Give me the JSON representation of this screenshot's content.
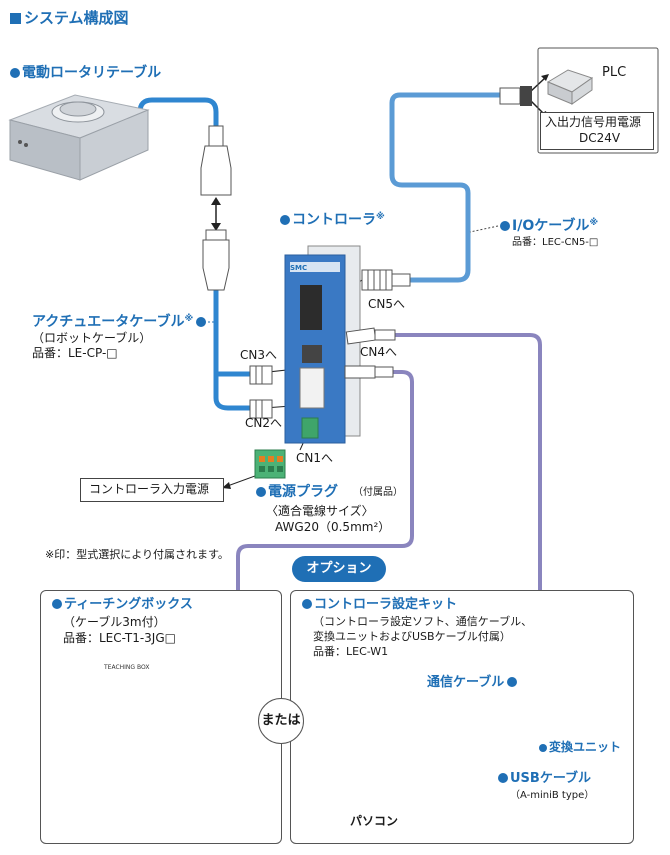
{
  "header": {
    "title": "システム構成図"
  },
  "actuator": {
    "label": "電動ロータリテーブル"
  },
  "controller": {
    "label": "コントローラ",
    "note_mark": "※",
    "brand": "SMC"
  },
  "io_cable": {
    "label": "I/Oケーブル",
    "note_mark": "※",
    "part_no": "品番：LEC-CN5-□"
  },
  "plc": {
    "label": "PLC",
    "power_line1": "入出力信号用電源",
    "power_line2": "DC24V"
  },
  "actuator_cable": {
    "label": "アクチュエータケーブル",
    "note_mark": "※",
    "sub": "（ロボットケーブル）",
    "part_no": "品番：LE-CP-□"
  },
  "connectors": {
    "cn1": "CN1へ",
    "cn2": "CN2へ",
    "cn3": "CN3へ",
    "cn4": "CN4へ",
    "cn5": "CN5へ"
  },
  "input_power": {
    "label": "コントローラ入力電源"
  },
  "power_plug": {
    "label": "電源プラグ",
    "attached": "（付属品）",
    "wire_line1": "〈適合電線サイズ〉",
    "wire_line2": "AWG20（0.5mm²）"
  },
  "footnote": "※印：型式選択により付属されます。",
  "options": {
    "label": "オプション",
    "or_label": "または"
  },
  "teaching_box": {
    "label": "ティーチングボックス",
    "sub": "（ケーブル3m付）",
    "part_no": "品番：LEC-T1-3JG□",
    "screen_text": "TEACHING BOX"
  },
  "setting_kit": {
    "label": "コントローラ設定キット",
    "sub1": "（コントローラ設定ソフト、通信ケーブル、",
    "sub2": "変換ユニットおよびUSBケーブル付属）",
    "part_no": "品番：LEC-W1"
  },
  "comm_cable": {
    "label": "通信ケーブル"
  },
  "converter": {
    "label": "変換ユニット"
  },
  "usb_cable": {
    "label": "USBケーブル",
    "type": "（A-miniB type）"
  },
  "pc": {
    "label": "パソコン"
  },
  "colors": {
    "accent": "#1f6fb5",
    "io_cable": "#5b9bd5",
    "option_cable": "#8a85be",
    "box_border": "#555555"
  }
}
